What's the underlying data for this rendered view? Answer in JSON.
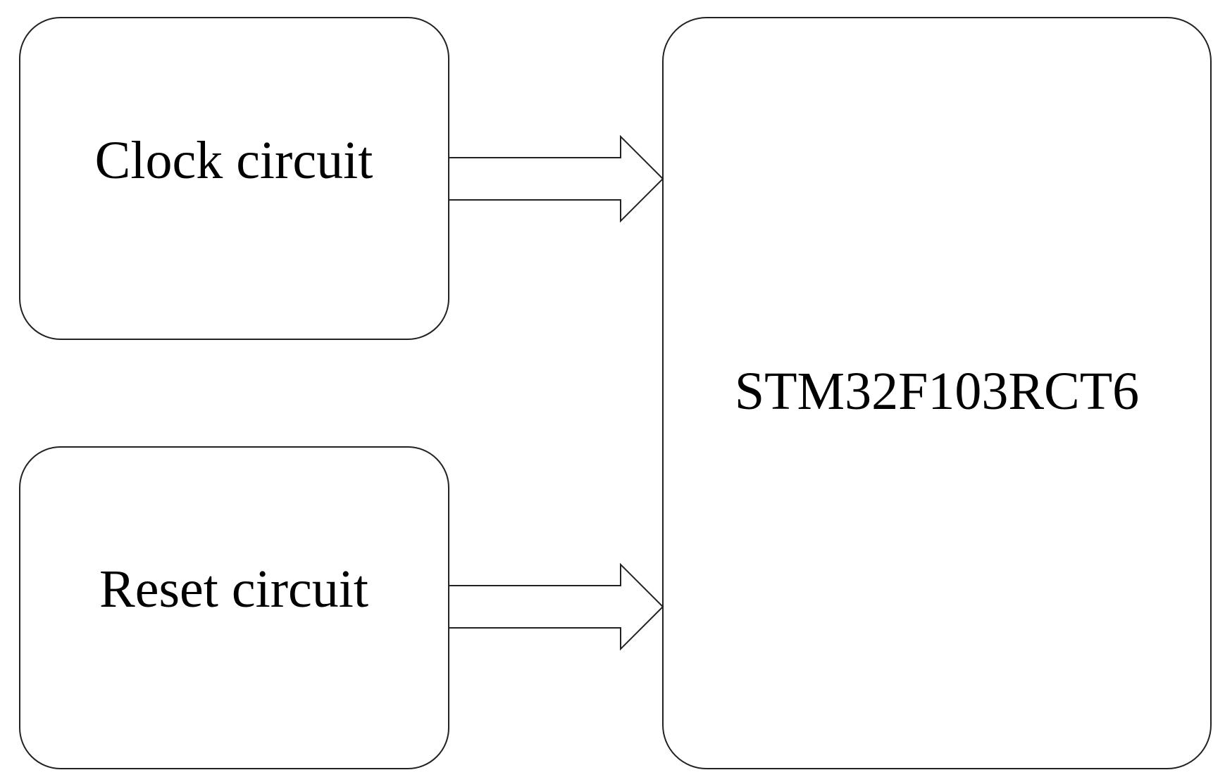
{
  "diagram": {
    "nodes": {
      "clock": {
        "label": "Clock circuit"
      },
      "reset": {
        "label": "Reset circuit"
      },
      "mcu": {
        "label": "STM32F103RCT6"
      }
    },
    "edges": [
      {
        "from": "Clock circuit",
        "to": "STM32F103RCT6"
      },
      {
        "from": "Reset circuit",
        "to": "STM32F103RCT6"
      }
    ]
  }
}
